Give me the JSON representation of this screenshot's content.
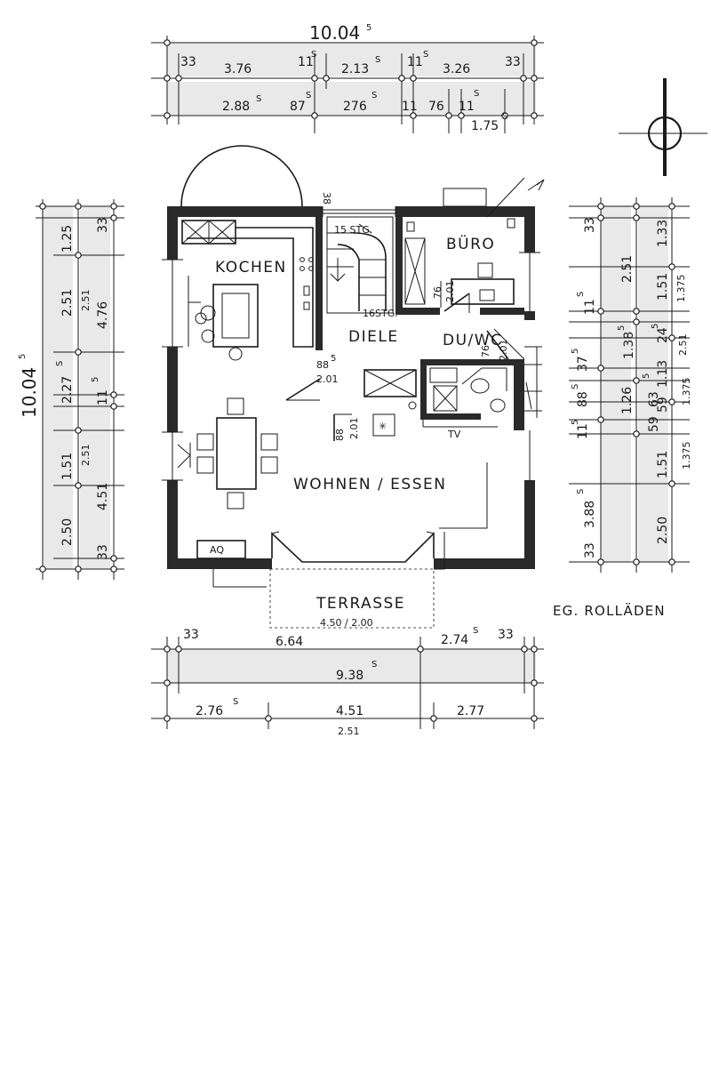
{
  "rooms": {
    "kitchen": "KOCHEN",
    "hall": "DIELE",
    "office": "BÜRO",
    "shower_wc": "DU/WC",
    "living_dining": "WOHNEN / ESSEN",
    "terrace": "TERRASSE",
    "terrace_size": "4.50 / 2.00",
    "stairs_top": "15 STG.",
    "stairs_bottom": "16STG.",
    "tv": "TV",
    "aquarium": "AQ"
  },
  "caption": "EG. ROLLÄDEN",
  "top_dims": {
    "overall": "10.04",
    "overall_sup": "5",
    "row1": [
      "33",
      "3.76",
      "11",
      "2.13",
      "11",
      "3.26",
      "33"
    ],
    "row1_sup": [
      "",
      "",
      "S",
      "S",
      "S",
      "",
      ""
    ],
    "row2": [
      "2.88",
      "87",
      "276",
      "11",
      "76",
      "11",
      "1.75"
    ],
    "row2_sup": [
      "S",
      "S",
      "S",
      "",
      "",
      "S",
      "S"
    ]
  },
  "left_dims": {
    "overall": "10.04",
    "overall_sup": "5",
    "outer": [
      "1.25",
      "2.51",
      "2.27",
      "1.51",
      "2.50"
    ],
    "outer_sup": [
      "",
      "",
      "S",
      "",
      ""
    ],
    "inner": [
      "33",
      "4.76",
      "11",
      "4.51",
      "33"
    ],
    "inner_sup": [
      "",
      "",
      "5",
      "",
      ""
    ],
    "mini": [
      "2.51",
      "2.51"
    ]
  },
  "right_dims": {
    "outer": [
      "33",
      "11",
      "1.38",
      "37",
      "88",
      "11",
      "3.88",
      "33"
    ],
    "outer_sup": [
      "",
      "S",
      "5",
      "5",
      "S",
      "5",
      "S",
      ""
    ],
    "middle": [
      "2.51",
      "1.51",
      "1.26",
      "1.51",
      "2.50"
    ],
    "middle_sup": [
      "",
      "",
      "",
      "",
      ""
    ],
    "inner": [
      "1.33",
      "1.375",
      "24",
      "1.13",
      "59",
      "63",
      "59",
      "1.375"
    ],
    "inner_sup": [
      "",
      "",
      "5",
      "",
      "",
      "5",
      "",
      ""
    ],
    "mini": [
      "2.51",
      "1.375"
    ]
  },
  "bottom_dims": {
    "row1": [
      "33",
      "6.64",
      "2.74",
      "33"
    ],
    "row1_sup": [
      "",
      "",
      "S",
      ""
    ],
    "row2": [
      "9.38"
    ],
    "row2_sup": [
      "S"
    ],
    "row3": [
      "2.76",
      "4.51",
      "2.77"
    ],
    "row3_sup": [
      "S",
      "",
      ""
    ],
    "row4": [
      "2.51"
    ]
  },
  "door_dims": {
    "hall": "88",
    "hall_sup": "5",
    "hall_h": "2.01",
    "living": "88",
    "living_h": "2.01",
    "office": "76",
    "office_h": "2.01",
    "wc": "76",
    "wc_h": "2.01",
    "stair_38": "38"
  }
}
